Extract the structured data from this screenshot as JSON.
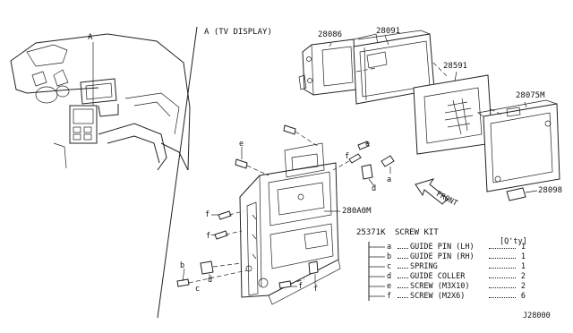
{
  "labels": {
    "view_marker": "A",
    "section_title": "A (TV DISPLAY)",
    "p28086": "28086",
    "p28091": "28091",
    "p28591": "28591",
    "p28075M": "28075M",
    "p28098": "28098",
    "p280A0M": "280A0M",
    "front": "FRONT",
    "p25371K": "25371K",
    "kit_title": "SCREW KIT",
    "qty_header": "[Q'ty]",
    "ref": "J28000"
  },
  "callouts": [
    "a",
    "b",
    "c",
    "d",
    "e",
    "f"
  ],
  "kit_items": [
    {
      "code": "a",
      "name": "GUIDE PIN (LH)",
      "qty": "1"
    },
    {
      "code": "b",
      "name": "GUIDE PIN (RH)",
      "qty": "1"
    },
    {
      "code": "c",
      "name": "SPRING",
      "qty": "1"
    },
    {
      "code": "d",
      "name": "GUIDE COLLER",
      "qty": "2"
    },
    {
      "code": "e",
      "name": "SCREW (M3X10)",
      "qty": "2"
    },
    {
      "code": "f",
      "name": "SCREW (M2X6)",
      "qty": "6"
    }
  ]
}
